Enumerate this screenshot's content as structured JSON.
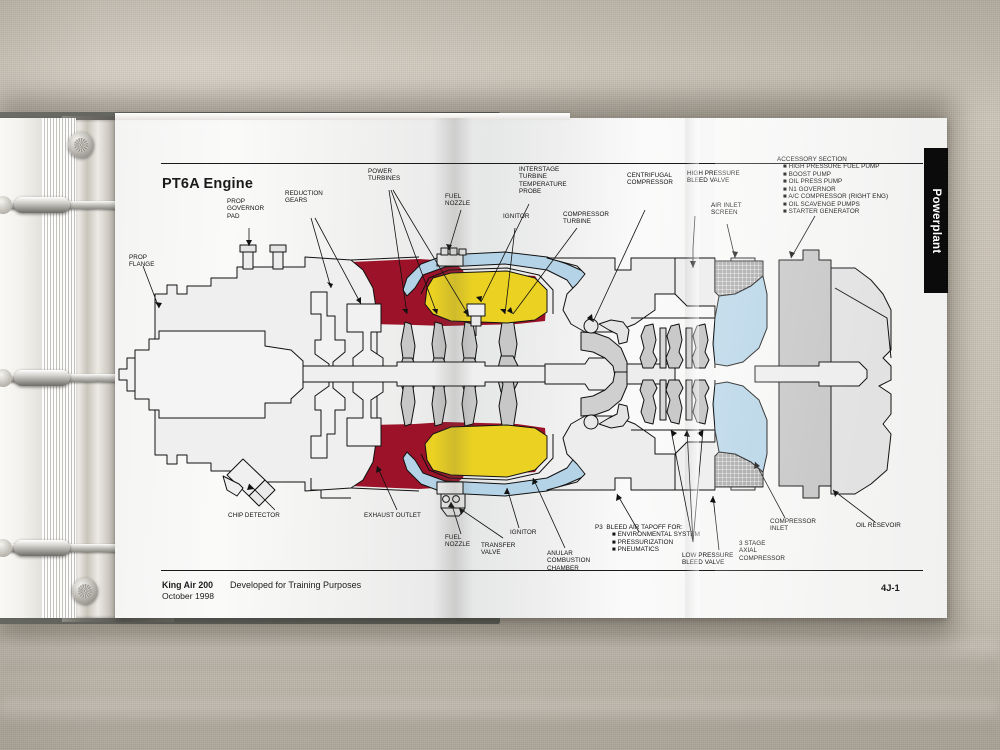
{
  "document": {
    "title": "PT6A Engine",
    "tab_label": "Powerplant",
    "footer": {
      "manual": "King Air 200",
      "date": "October 1998",
      "note": "Developed for Training Purposes",
      "page_number": "4J-1"
    }
  },
  "labels": {
    "prop_flange": "PROP\nFLANGE",
    "prop_governor_pad": "PROP\nGOVERNOR\nPAD",
    "reduction_gears": "REDUCTION\nGEARS",
    "power_turbines": "POWER\nTURBINES",
    "fuel_nozzle_top": "FUEL\nNOZZLE",
    "ignitor_top": "IGNITOR",
    "interstage_probe": "INTERSTAGE\nTURBINE\nTEMPERATURE\nPROBE",
    "compressor_turbine": "COMPRESSOR\nTURBINE",
    "centrifugal_compressor": "CENTRIFUGAL\nCOMPRESSOR",
    "high_pressure_bleed_valve": "HIGH PRESSURE\nBLEED VALVE",
    "air_inlet_screen": "AIR INLET\nSCREEN",
    "chip_detector": "CHIP DETECTOR",
    "exhaust_outlet": "EXHAUST OUTLET",
    "fuel_nozzle_bottom": "FUEL\nNOZZLE",
    "transfer_valve": "TRANSFER\nVALVE",
    "ignitor_bottom": "IGNITOR",
    "anular_combustion_chamber": "ANULAR\nCOMBUSTION\nCHAMBER",
    "low_pressure_bleed_valve": "LOW PRESSURE\nBLEED VALVE",
    "three_stage_axial_compressor": "3 STAGE\nAXIAL\nCOMPRESSOR",
    "compressor_inlet": "COMPRESSOR\nINLET",
    "oil_resevoir": "OIL RESEVOIR"
  },
  "accessory_section": {
    "heading": "ACCESSORY SECTION",
    "items": [
      "HIGH PRESSURE FUEL PUMP",
      "BOOST PUMP",
      "OIL PRESS PUMP",
      "N1 GOVERNOR",
      "A/C COMPRESSOR (RIGHT ENG)",
      "OIL SCAVENGE PUMPS",
      "STARTER GENERATOR"
    ]
  },
  "bleed_air": {
    "heading": "P3  BLEED AIR TAPOFF FOR:",
    "items": [
      "ENVIRONMENTAL SYSTEM",
      "PRESSURIZATION",
      "PNEUMATICS"
    ]
  },
  "colors": {
    "hot_gas_red": "#9C1329",
    "combustion_yellow": "#EBD222",
    "air_blue": "#B4D3E6",
    "metal_gray": "#C9C9C9",
    "outline": "#111111",
    "tab_black": "#0B0B0B",
    "page_white": "#F6F6F5"
  }
}
